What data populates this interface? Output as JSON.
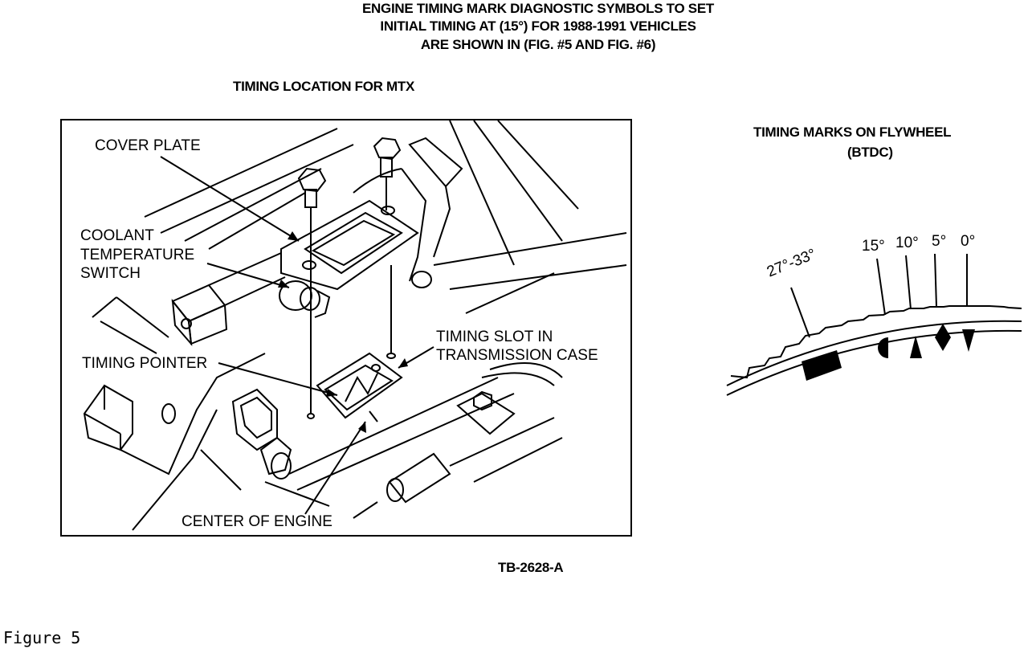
{
  "header": {
    "line1": "ENGINE TIMING MARK DIAGNOSTIC SYMBOLS TO SET",
    "line2": "INITIAL TIMING AT (15°) FOR 1988-1991 VEHICLES",
    "line3": "ARE SHOWN IN (FIG. #5 AND FIG. #6)"
  },
  "left_figure": {
    "title": "TIMING LOCATION FOR MTX",
    "labels": {
      "cover_plate": "COVER PLATE",
      "coolant_1": "COOLANT",
      "coolant_2": "TEMPERATURE",
      "coolant_3": "SWITCH",
      "slot_1": "TIMING SLOT IN",
      "slot_2": "TRANSMISSION CASE",
      "pointer": "TIMING POINTER",
      "center": "CENTER OF ENGINE"
    }
  },
  "right_figure": {
    "title_1": "TIMING MARKS ON FLYWHEEL",
    "title_2": "(BTDC)",
    "marks": {
      "m27_33": "27°-33°",
      "m15": "15°",
      "m10": "10°",
      "m5": "5°",
      "m0": "0°"
    }
  },
  "reference": "TB-2628-A",
  "caption": "Figure 5"
}
